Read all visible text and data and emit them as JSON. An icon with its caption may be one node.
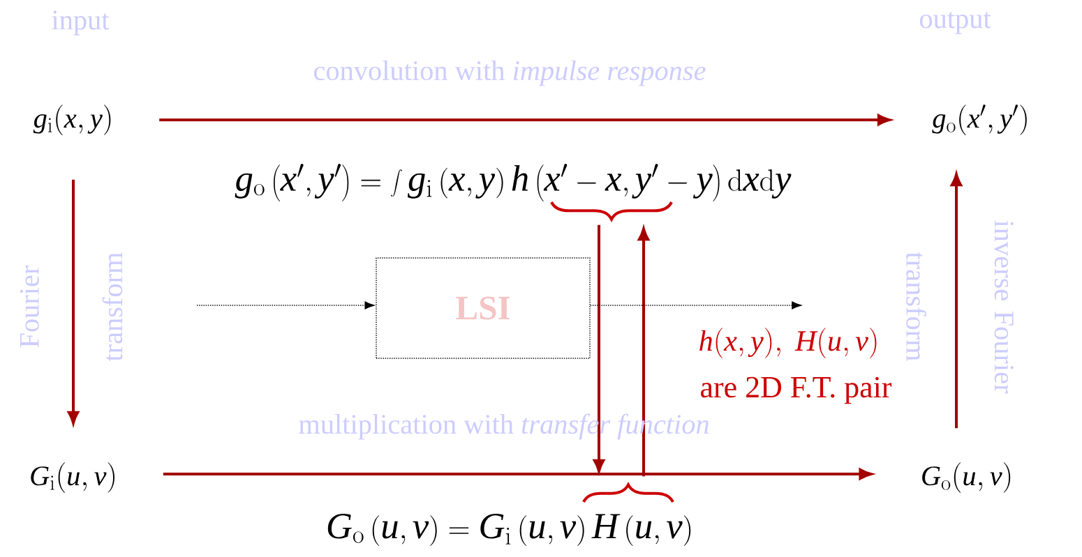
{
  "diagram": {
    "nodes": [
      {
        "text": [
          "g_\\mathrm{i}(x,y)"
        ]
      },
      {
        "text": [
          "g_\\mathrm{o}(x',y')"
        ]
      },
      {
        "text": [
          "G_\\mathrm{i}(u,v)"
        ]
      },
      {
        "text": [
          "G_\\mathrm{o}(u,v)"
        ]
      },
      {
        "text": [
          "LSI"
        ]
      },
      {
        "text": [
          "g_\\mathrm{o}\\left(x',y'\\right)=\\int g_\\mathrm{i}\\left(x,y\\right)h\\left(x'-x,y'-y\\right)\\mathrm{d}x\\mathrm{d}y"
        ]
      },
      {
        "text": [
          "G_\\mathrm{o}\\left(u,v\\right)=G_\\mathrm{i}\\left(u,v\\right)H\\left(u,v\\right)"
        ]
      }
    ],
    "edges": [
      {
        "from": 0,
        "to": 1,
        "arrow": "to",
        "label": "convolution with *impulse response*"
      },
      {
        "from": 0,
        "to": 2,
        "arrow": "to",
        "label": "Fourier transform"
      },
      {
        "from": 2,
        "to": 3,
        "arrow": "to",
        "label": "multiplication with *transfer function*"
      },
      {
        "from": 3,
        "to": 1,
        "arrow": "to",
        "label": "inverse Fourier transform"
      },
      {
        "from": 5,
        "to": 6,
        "arrow": "to"
      },
      {
        "from": 6,
        "to": 5,
        "arrow": "to"
      },
      {
        "from": null,
        "to": 4,
        "arrow": "to",
        "style": "dashed",
        "color": "#000000"
      },
      {
        "from": 4,
        "to": null,
        "arrow": "to",
        "style": "dashed",
        "color": "#000000"
      }
    ],
    "labels": [
      "input",
      "output",
      "h(x,y),\\ H(u,v)",
      "are 2D F.T. pair"
    ]
  }
}
